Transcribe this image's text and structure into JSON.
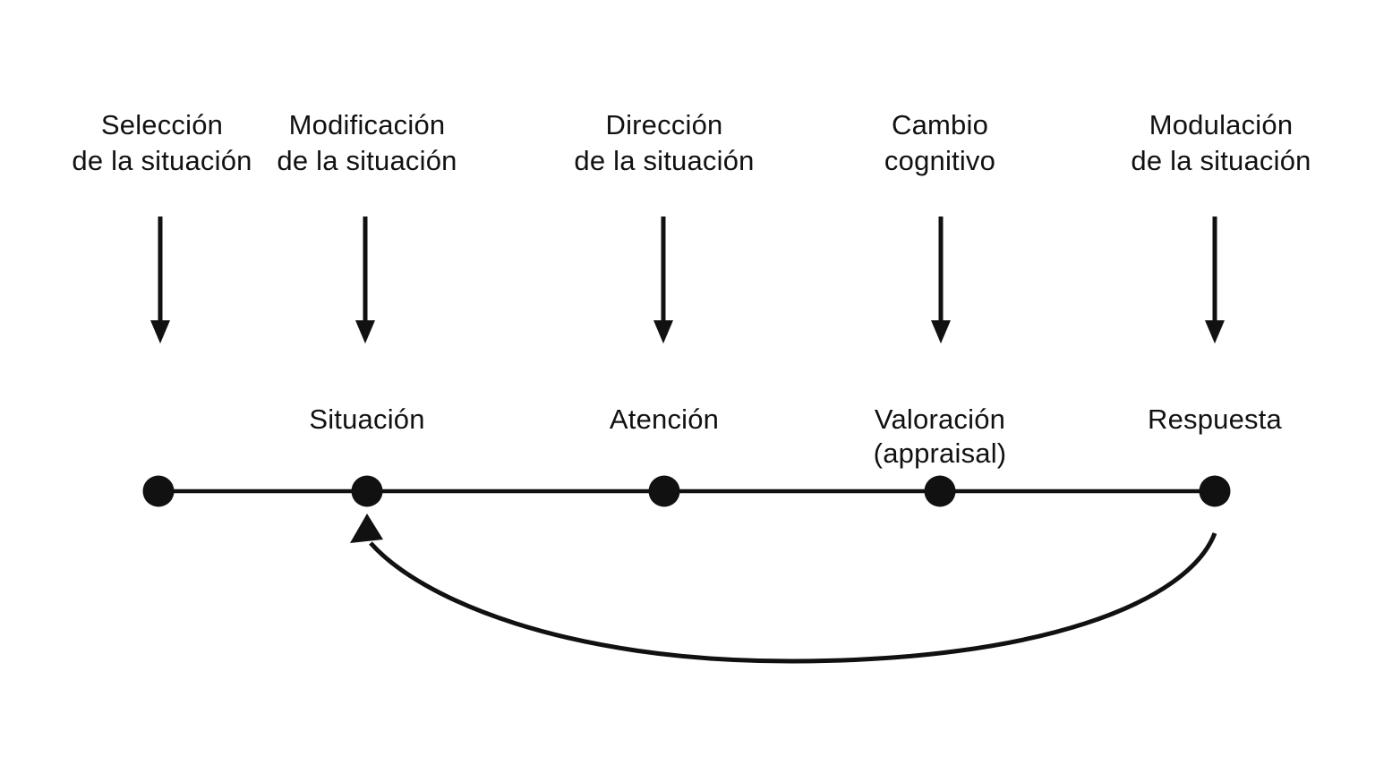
{
  "colors": {
    "ink": "#111111",
    "background": "#ffffff"
  },
  "strategies": [
    {
      "line1": "Selección",
      "line2": "de la situación"
    },
    {
      "line1": "Modificación",
      "line2": "de la situación"
    },
    {
      "line1": "Dirección",
      "line2": "de la situación"
    },
    {
      "line1": "Cambio",
      "line2": "cognitivo"
    },
    {
      "line1": "Modulación",
      "line2": "de la situación"
    }
  ],
  "timeline_nodes": [
    {
      "label": ""
    },
    {
      "label": "Situación"
    },
    {
      "label": "Atención"
    },
    {
      "label": "Valoración",
      "sublabel": "(appraisal)"
    },
    {
      "label": "Respuesta"
    }
  ],
  "feedback_loop": {
    "from": "Respuesta",
    "to": "Situación"
  }
}
